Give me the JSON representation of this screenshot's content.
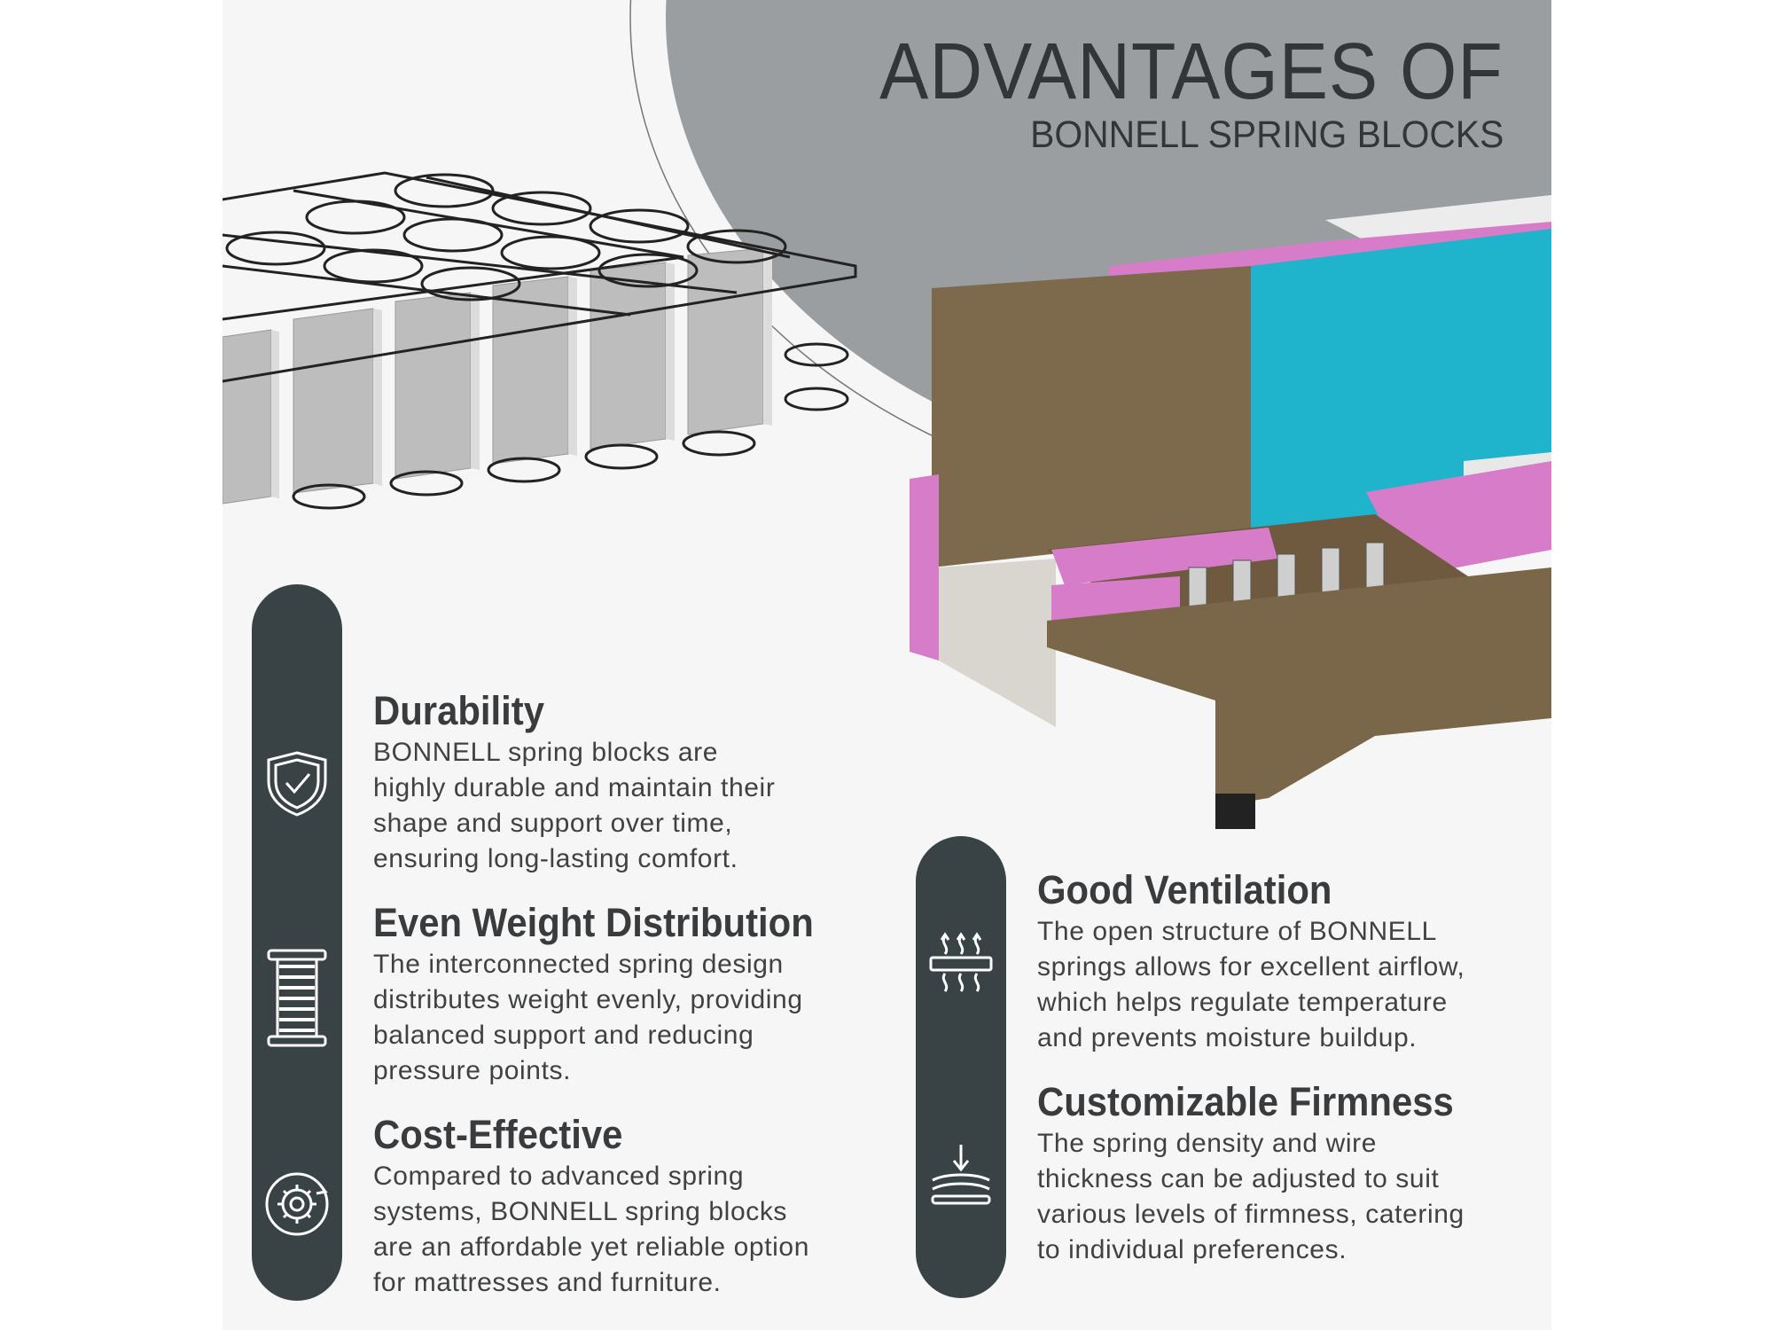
{
  "header": {
    "title": "ADVANTAGES OF",
    "subtitle": "BONNELL SPRING BLOCKS"
  },
  "colors": {
    "pill": "#394244",
    "circle": "#9a9ea0",
    "text": "#404142",
    "foam_pink": "#d77cc9",
    "foam_cyan": "#1fb3cc",
    "board_brown": "#7d6a4c"
  },
  "features_left": [
    {
      "icon": "shield-check-icon",
      "title": "Durability",
      "body": "BONNELL spring blocks are\nhighly durable and maintain their\nshape and support over time,\nensuring long-lasting comfort."
    },
    {
      "icon": "spring-coil-icon",
      "title": "Even Weight Distribution",
      "body": "The interconnected spring design\ndistributes weight evenly, providing\nbalanced support and reducing\npressure points."
    },
    {
      "icon": "gear-cycle-icon",
      "title": "Cost-Effective",
      "body": "Compared to advanced spring\nsystems, BONNELL spring blocks\n are an affordable yet reliable option\nfor mattresses and furniture."
    }
  ],
  "features_right": [
    {
      "icon": "ventilation-icon",
      "title": "Good Ventilation",
      "body": "The open structure of BONNELL\nsprings allows for excellent airflow,\nwhich helps regulate temperature\nand prevents moisture buildup."
    },
    {
      "icon": "firmness-layers-icon",
      "title": "Customizable Firmness",
      "body": "The spring density and wire\nthickness can be adjusted to suit\nvarious levels of firmness, catering\nto individual preferences."
    }
  ]
}
